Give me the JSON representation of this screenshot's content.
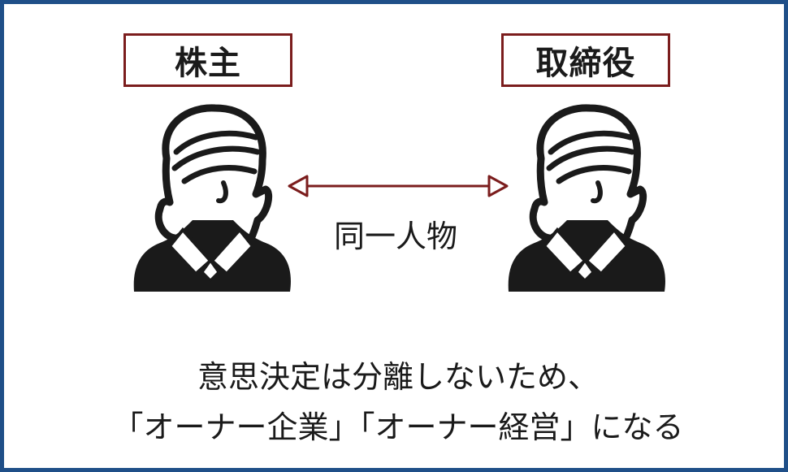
{
  "roles": {
    "left": "株主",
    "right": "取締役"
  },
  "relation_label": "同一人物",
  "caption": {
    "line1": "意思決定は分離しないため、",
    "line2": "「オーナー企業」「オーナー経営」になる"
  },
  "icons": {
    "left": "person-icon",
    "right": "person-icon",
    "connector": "double-arrow-icon"
  },
  "colors": {
    "border": "#1f4f88",
    "accent": "#7b1d1d",
    "figure": "#1a1a1a"
  }
}
